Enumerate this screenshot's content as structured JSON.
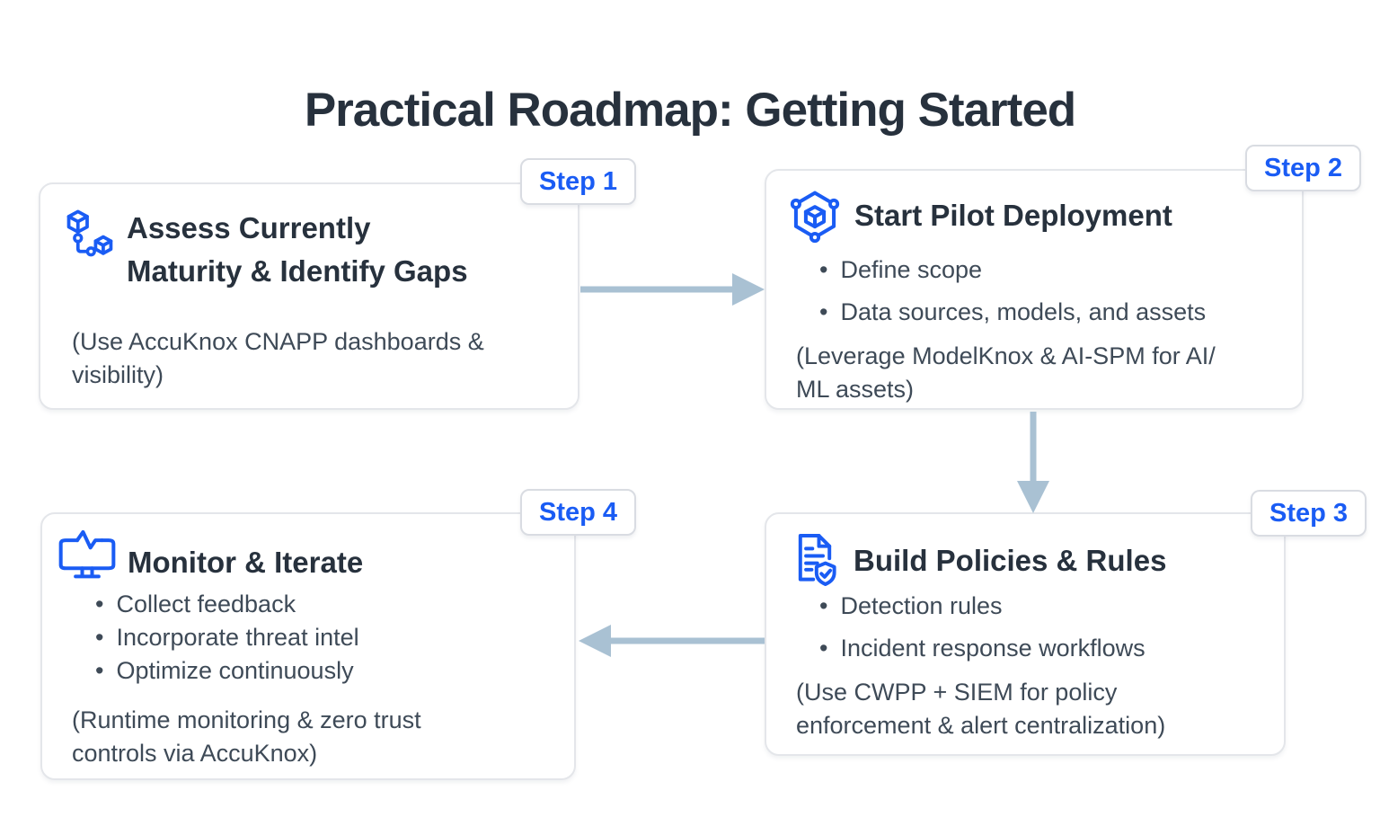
{
  "title": "Practical Roadmap: Getting Started",
  "colors": {
    "accent": "#1a5cf4",
    "heading": "#27313d",
    "body": "#3e4a57",
    "arrow": "#a9c1d3",
    "card-border": "#e4e6ea",
    "badge-border": "#d9dce2",
    "background": "#ffffff"
  },
  "steps": [
    {
      "badge": "Step 1",
      "icon": "linked-cubes-icon",
      "title_lines": {
        "0": "Assess Currently",
        "1": "Maturity & Identify Gaps"
      },
      "bullets": {},
      "note_lines": {
        "0": "(Use AccuKnox CNAPP dashboards &",
        "1": "visibility)"
      }
    },
    {
      "badge": "Step 2",
      "icon": "hexagon-cube-icon",
      "title_lines": {
        "0": "Start Pilot Deployment"
      },
      "bullets": {
        "0": "Define scope",
        "1": "Data sources, models, and assets"
      },
      "note_lines": {
        "0": "(Leverage ModelKnox & AI-SPM for AI/",
        "1": "ML assets)"
      }
    },
    {
      "badge": "Step 3",
      "icon": "policy-document-shield-icon",
      "title_lines": {
        "0": "Build Policies & Rules"
      },
      "bullets": {
        "0": "Detection rules",
        "1": "Incident response workflows"
      },
      "note_lines": {
        "0": "(Use CWPP + SIEM for policy",
        "1": "enforcement & alert centralization)"
      }
    },
    {
      "badge": "Step 4",
      "icon": "monitor-pulse-icon",
      "title_lines": {
        "0": "Monitor & Iterate"
      },
      "bullets": {
        "0": "Collect feedback",
        "1": "Incorporate threat intel",
        "2": "Optimize continuously"
      },
      "note_lines": {
        "0": "(Runtime monitoring & zero trust",
        "1": "controls via AccuKnox)"
      }
    }
  ],
  "arrows": {
    "step1_to_step2": "right",
    "step2_to_step3": "down",
    "step3_to_step4": "left"
  }
}
